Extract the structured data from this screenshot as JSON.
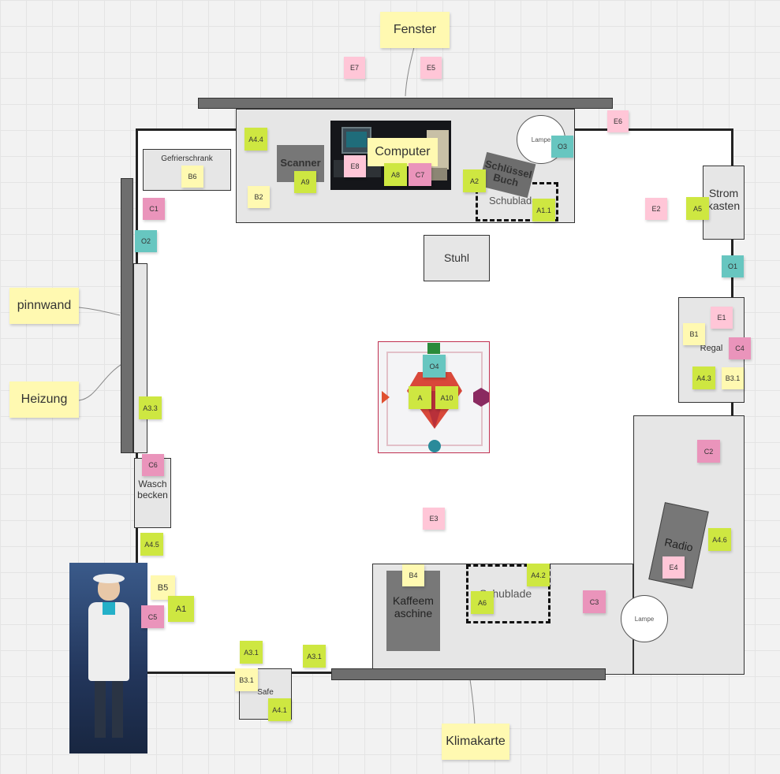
{
  "callouts": {
    "fenster": "Fenster",
    "pinnwand": "pinnwand",
    "heizung": "Heizung",
    "klimakarte": "Klimakarte"
  },
  "furniture": {
    "gefrierschrank": "Gefrierschrank",
    "scanner": "Scanner",
    "computer": "Computer",
    "schluessel_buch": "Schlüssel Buch",
    "schublade_top": "Schublade",
    "lampe_top": "Lampe",
    "stromkasten": "Strom kasten",
    "stuhl": "Stuhl",
    "regal": "Regal",
    "waschbecken": "Wasch becken",
    "radio": "Radio",
    "kaffeemaschine": "Kaffeem aschine",
    "schublade_bottom": "Schublade",
    "lampe_bottom": "Lampe",
    "safe": "Safe"
  },
  "notes": {
    "e7": "E7",
    "e5": "E5",
    "e6": "E6",
    "a44": "A4.4",
    "b2": "B2",
    "b6": "B6",
    "a9": "A9",
    "e8": "E8",
    "a8": "A8",
    "c7": "C7",
    "a2": "A2",
    "o3": "O3",
    "a11": "A1.1",
    "e2": "E2",
    "a5": "A5",
    "o1": "O1",
    "c1": "C1",
    "o2": "O2",
    "e1": "E1",
    "b1": "B1",
    "c4": "C4",
    "a43": "A4.3",
    "b31r": "B3.1",
    "o4": "O4",
    "a": "A",
    "a10": "A10",
    "a33": "A3.3",
    "c6": "C6",
    "c2": "C2",
    "e3": "E3",
    "a45": "A4.5",
    "a46": "A4.6",
    "e4": "E4",
    "b4": "B4",
    "a42": "A4.2",
    "a6": "A6",
    "c3": "C3",
    "b5": "B5",
    "a1": "A1",
    "c5": "C5",
    "a31a": "A3.1",
    "a31b": "A3.1",
    "b31": "B3.1",
    "a41": "A4.1"
  }
}
